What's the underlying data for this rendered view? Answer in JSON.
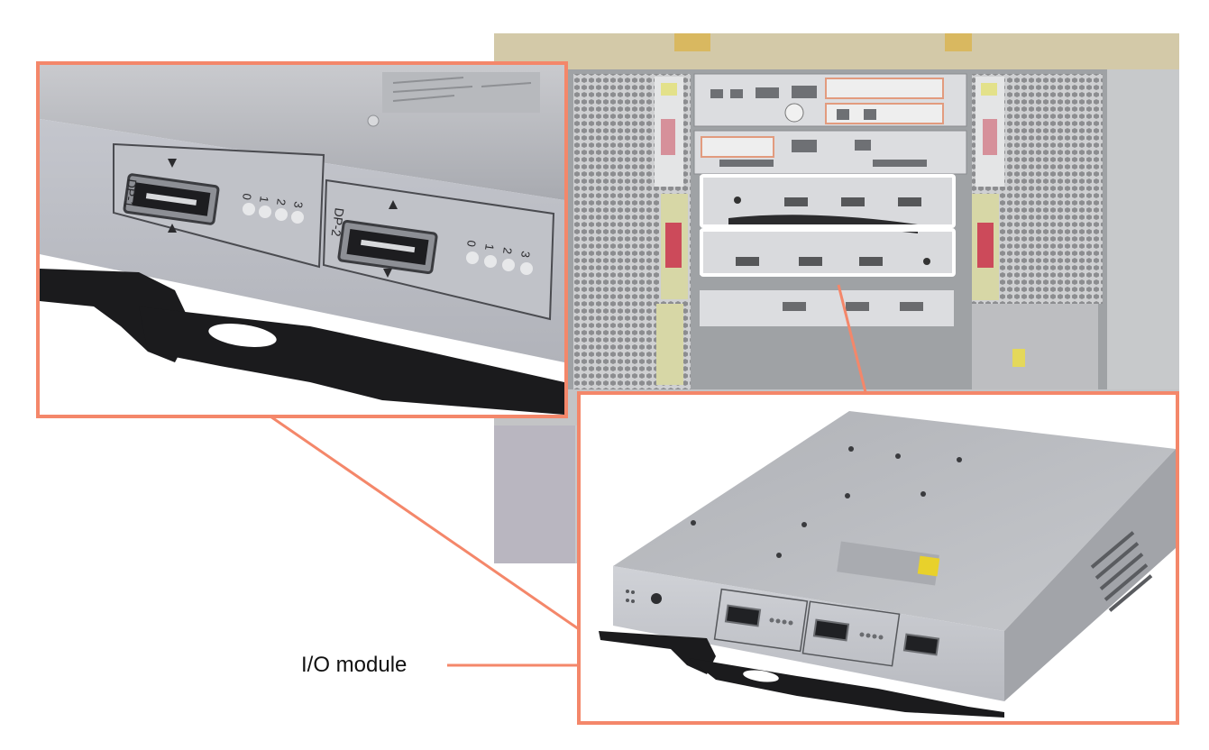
{
  "labels": {
    "io_module": "I/O module"
  },
  "port_labels": {
    "port_1": "DP-1",
    "port_2": "DP-2",
    "led_numbers": [
      "0",
      "1",
      "2",
      "3"
    ]
  },
  "colors": {
    "callout_accent": "#F4876A",
    "highlight_box": "#ffffff",
    "chassis_gray": "#b9bcc3",
    "handle_black": "#1b1b1d"
  },
  "icons": {
    "arrow_up": "up-arrow-icon",
    "arrow_down": "down-arrow-icon"
  }
}
